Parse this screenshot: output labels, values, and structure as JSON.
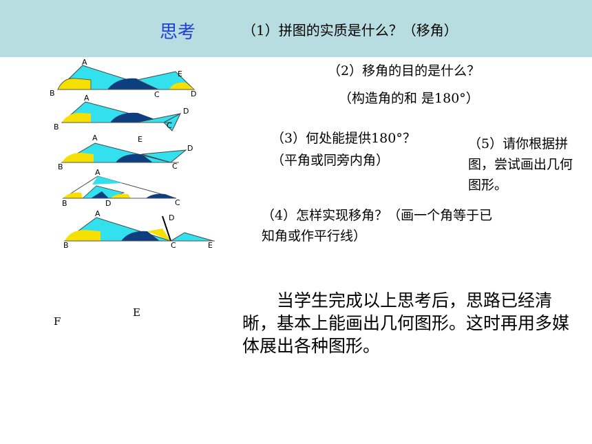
{
  "header": {
    "title": "思考",
    "question1": "（1）拼图的实质是什么？（移角）"
  },
  "questions": {
    "q2": "（2）移角的目的是什么？",
    "a2": "（构造角的和 是180°）",
    "q3": "（3）何处能提供180°？",
    "a3": "（平角或同旁内角）",
    "q4": "（4）怎样实现移角？（画一个角等于已 知角或作平行线）",
    "q5": "（5）请你根据拼图，尝试画出几何图形。"
  },
  "summary": "当学生完成以上思考后，思路已经清晰，基本上能画出几何图形。这时再用多媒体展出各种图形。",
  "diagram_labels": {
    "fig1": [
      "A",
      "B",
      "C",
      "D",
      "E"
    ],
    "fig2": [
      "A",
      "B",
      "C",
      "D"
    ],
    "fig3": [
      "A",
      "E",
      "B",
      "C",
      "D"
    ],
    "fig4": [
      "A",
      "B",
      "D",
      "C"
    ],
    "fig5": [
      "A",
      "B",
      "C",
      "D",
      "E"
    ],
    "bottom_f": "F",
    "bottom_e": "E"
  },
  "colors": {
    "header_bg": "#b7dde0",
    "title_blue": "#1f3fd6",
    "cyan": "#33e0ee",
    "yellow": "#f5e000",
    "navy": "#0d3f80"
  }
}
